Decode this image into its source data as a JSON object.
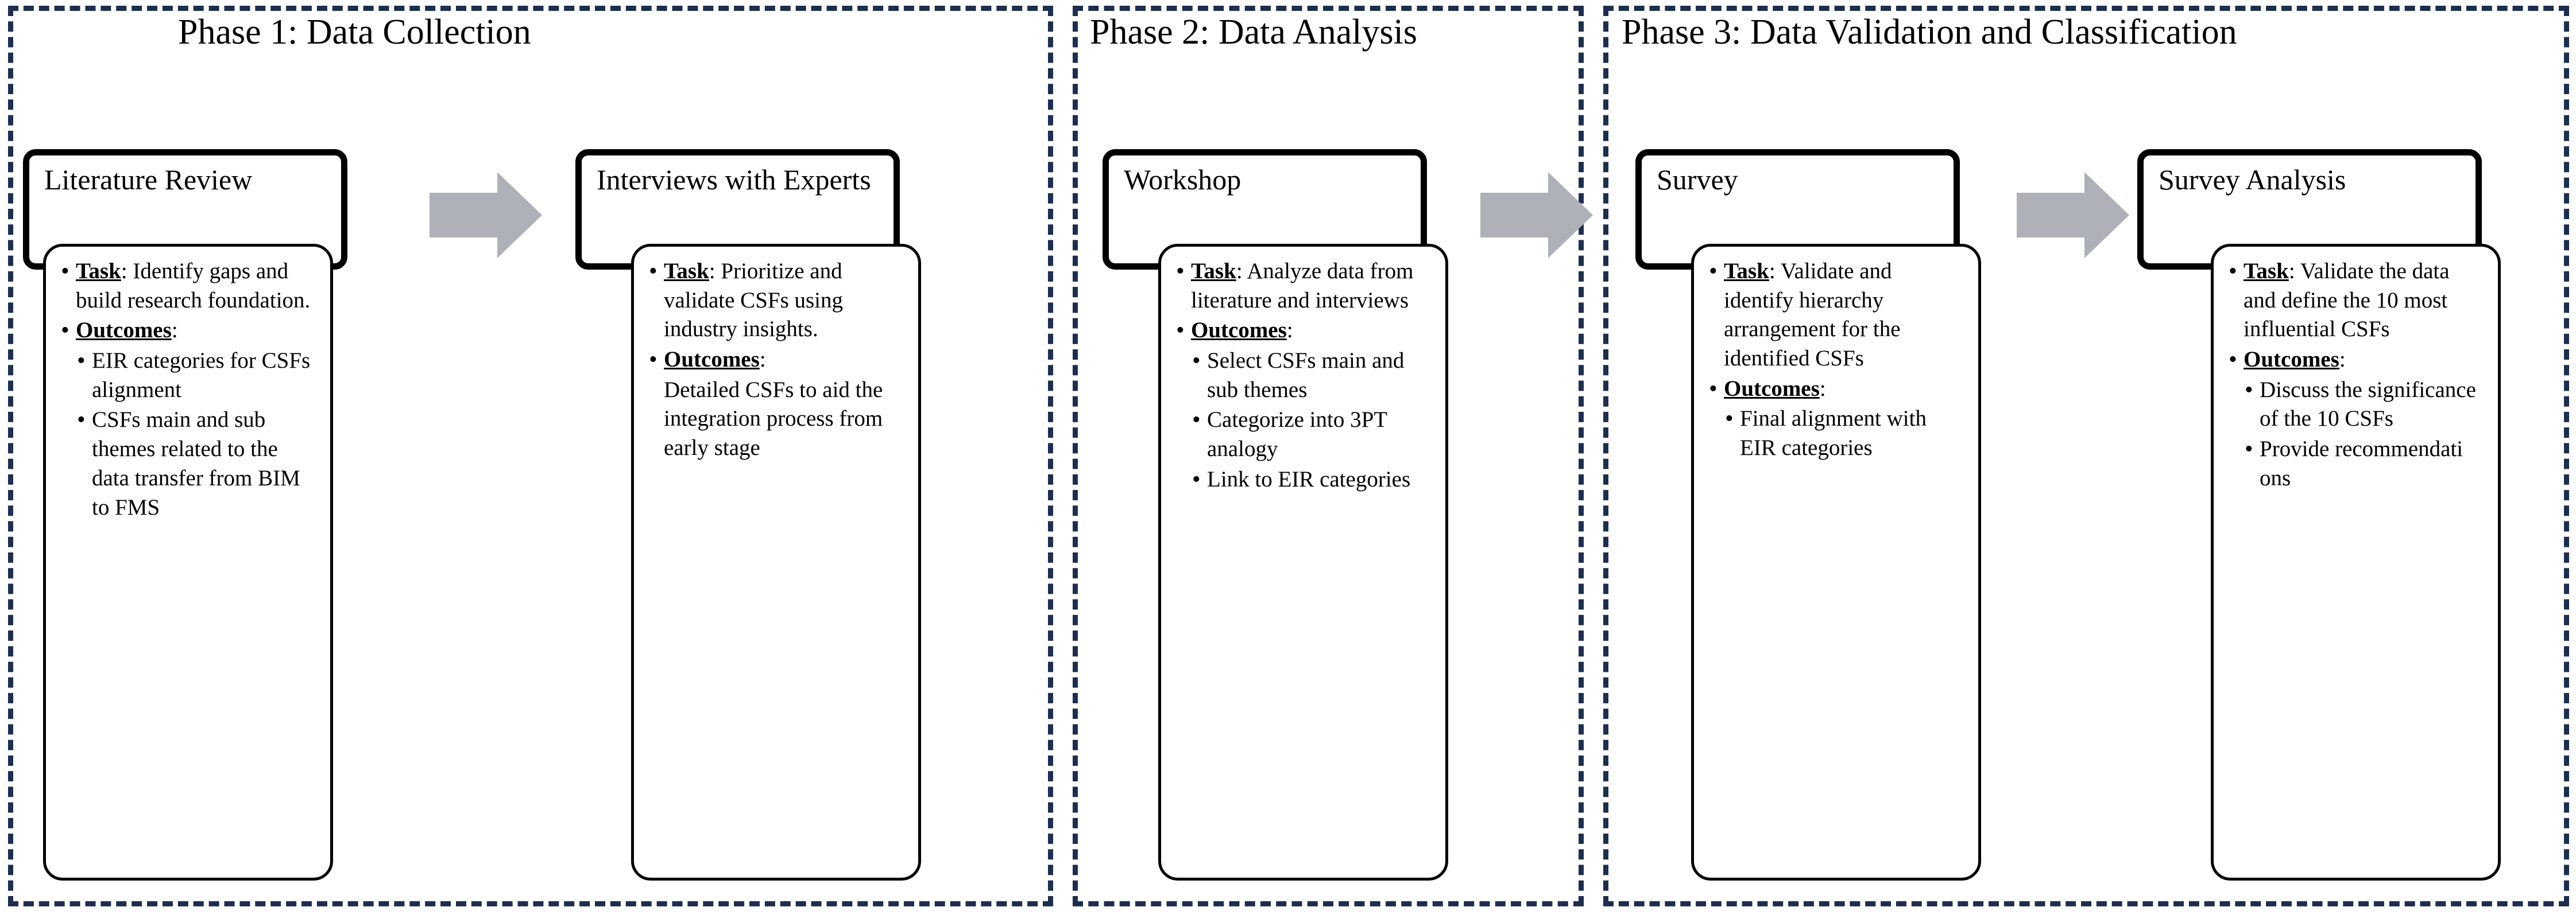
{
  "colors": {
    "phase_border": "#1d2e4f",
    "card_border": "#000000",
    "arrow_fill": "#aeb1b8",
    "background": "#ffffff",
    "text": "#000000"
  },
  "phases": [
    {
      "title": "Phase 1: Data Collection",
      "stages": [
        {
          "header": "Literature Review",
          "task_label": "Task",
          "task_text": ": Identify gaps and build research foundation.",
          "outcomes_label": "Outcomes",
          "outcomes_suffix": ":",
          "outcomes_items": [
            "EIR categories for CSFs alignment",
            "CSFs main and sub themes related to the data transfer from BIM to FMS"
          ],
          "outcomes_plain": ""
        },
        {
          "header": "Interviews with Experts",
          "task_label": "Task",
          "task_text": ": Prioritize and validate CSFs using industry insights.",
          "outcomes_label": "Outcomes",
          "outcomes_suffix": ":",
          "outcomes_items": [],
          "outcomes_plain": "Detailed CSFs to aid the integration process from early stage"
        }
      ],
      "arrow_name": "arrow-literature-to-interviews"
    },
    {
      "title": "Phase 2: Data Analysis",
      "stages": [
        {
          "header": "Workshop",
          "task_label": "Task",
          "task_text": ": Analyze data from literature and interviews",
          "outcomes_label": "Outcomes",
          "outcomes_suffix": ":",
          "outcomes_items": [
            "Select CSFs main and sub themes",
            "Categorize into 3PT analogy",
            "Link to EIR categories"
          ],
          "outcomes_plain": ""
        }
      ],
      "arrow_name": "arrow-workshop-to-survey"
    },
    {
      "title": "Phase 3: Data Validation and Classification",
      "stages": [
        {
          "header": "Survey",
          "task_label": "Task",
          "task_text": ": Validate and identify hierarchy arrangement for the identified CSFs",
          "outcomes_label": "Outcomes",
          "outcomes_suffix": ":",
          "outcomes_items": [
            "Final alignment with EIR categories"
          ],
          "outcomes_plain": ""
        },
        {
          "header": "Survey Analysis",
          "task_label": "Task",
          "task_text": ": Validate the data  and define the 10 most influential CSFs",
          "outcomes_label": "Outcomes",
          "outcomes_suffix": ":",
          "outcomes_items": [
            "Discuss the significance of the 10 CSFs",
            "Provide recommendati ons"
          ],
          "outcomes_plain": ""
        }
      ],
      "arrow_name": "arrow-survey-to-survey-analysis"
    }
  ]
}
